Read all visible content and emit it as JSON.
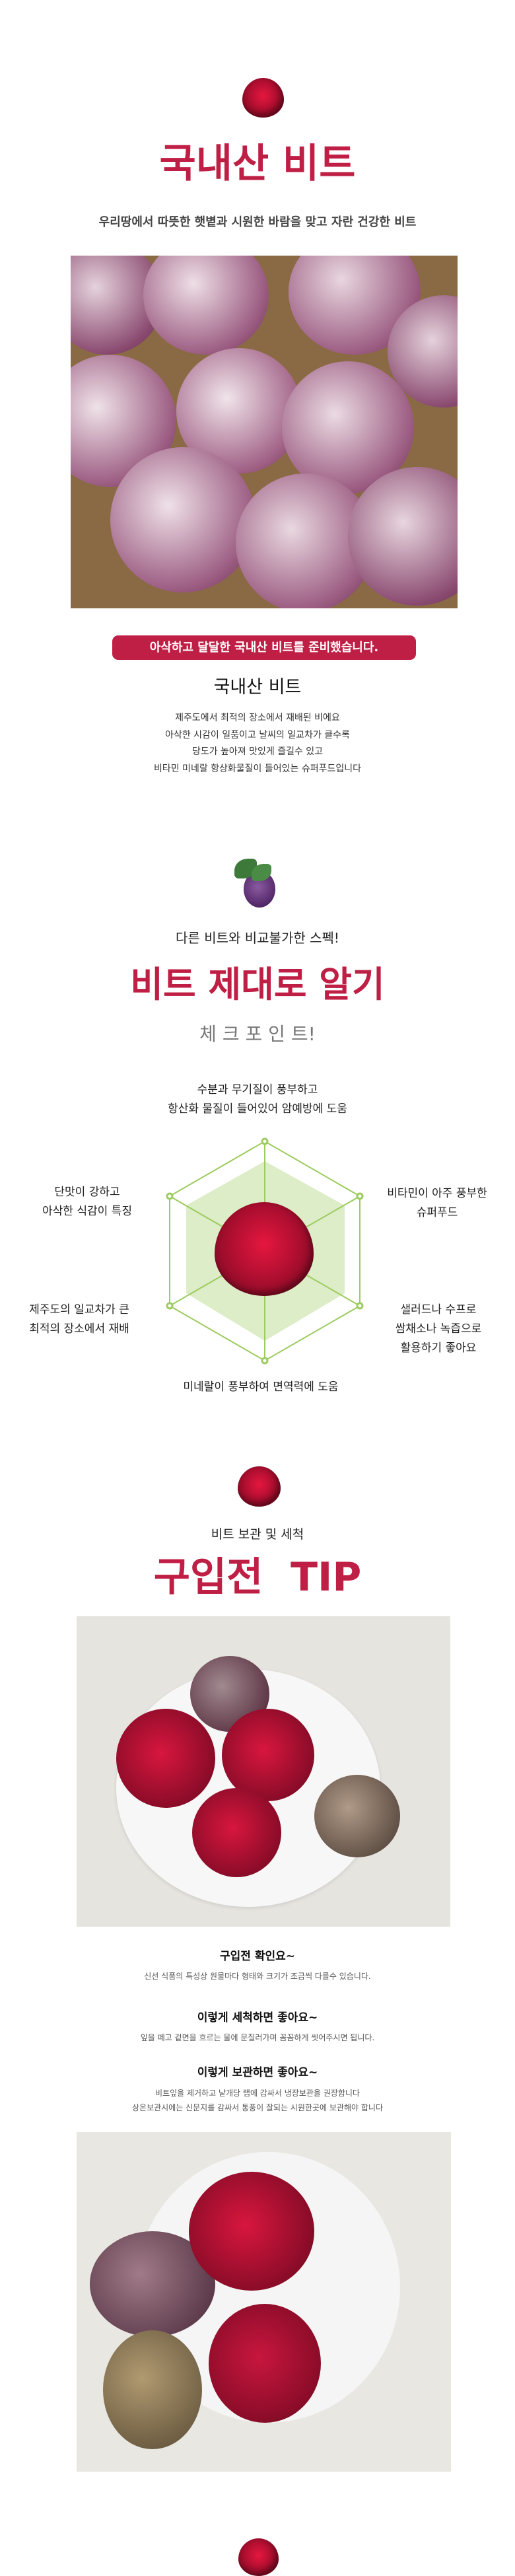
{
  "intro": {
    "title": "국내산 비트",
    "subtitle": "우리땅에서 따뜻한 햇볕과 시원한 바람을 맞고 자란 건강한 비트",
    "banner": "아삭하고 달달한  국내산 비트를 준비했습니다.",
    "heading": "국내산 비트",
    "lines": [
      "제주도에서 최적의 장소에서 재배된 비에요",
      "아삭한 시감이 일품이고 날씨의 일교차가 클수록",
      "당도가 높아져 맛있게 즐길수 있고",
      "비타민 미네랄 항상화물질이 들어있는 슈퍼푸드입니다"
    ]
  },
  "spec": {
    "kicker": "다른 비트와 비교불가한 스펙!",
    "title": "비트 제대로 알기",
    "subtitle": "체 크 포 인 트!",
    "points": {
      "top": [
        "수분과 무기질이 풍부하고",
        "항산화 물질이 들어있어 암예방에 도움"
      ],
      "upper_left": [
        "단맛이 강하고",
        "아삭한 식감이 특징"
      ],
      "upper_right": [
        "비타민이 아주 풍부한",
        "슈퍼푸드"
      ],
      "lower_left": [
        "제주도의 일교차가 큰",
        "최적의 장소에서 재배"
      ],
      "lower_right": [
        "샐러드나 수프로",
        "쌈채소나 녹즙으로",
        "활용하기 좋아요"
      ],
      "bottom": [
        "미네랄이 풍부하여 면역력에 도움"
      ]
    }
  },
  "tips": {
    "kicker": "비트 보관 및 세척",
    "title": "구입전  TIP",
    "items": [
      {
        "heading": "구입전 확인요~",
        "lines": [
          "신선 식품의 특성상 원물마다 형태와 크기가 조금씩 다를수 있습니다."
        ]
      },
      {
        "heading": "이렇게 세척하면 좋아요~",
        "lines": [
          "잎을 떼고 겉면을 흐르는 물에 문질러가며 꼼꼼하게 씻어주시면 됩니다."
        ]
      },
      {
        "heading": "이렇게 보관하면 좋아요~",
        "lines": [
          "비트잎을 제거하고 낱개당 랩에 감싸서 냉장보관을 권장합니다",
          "상온보관시에는 신문지를 감싸서 통풍이 잘되는 시원한곳에 보관해야 합니다"
        ]
      }
    ]
  },
  "colors": {
    "accent": "#c01f45",
    "green": "#9ccb5e",
    "green_fill": "#dcedc8"
  }
}
